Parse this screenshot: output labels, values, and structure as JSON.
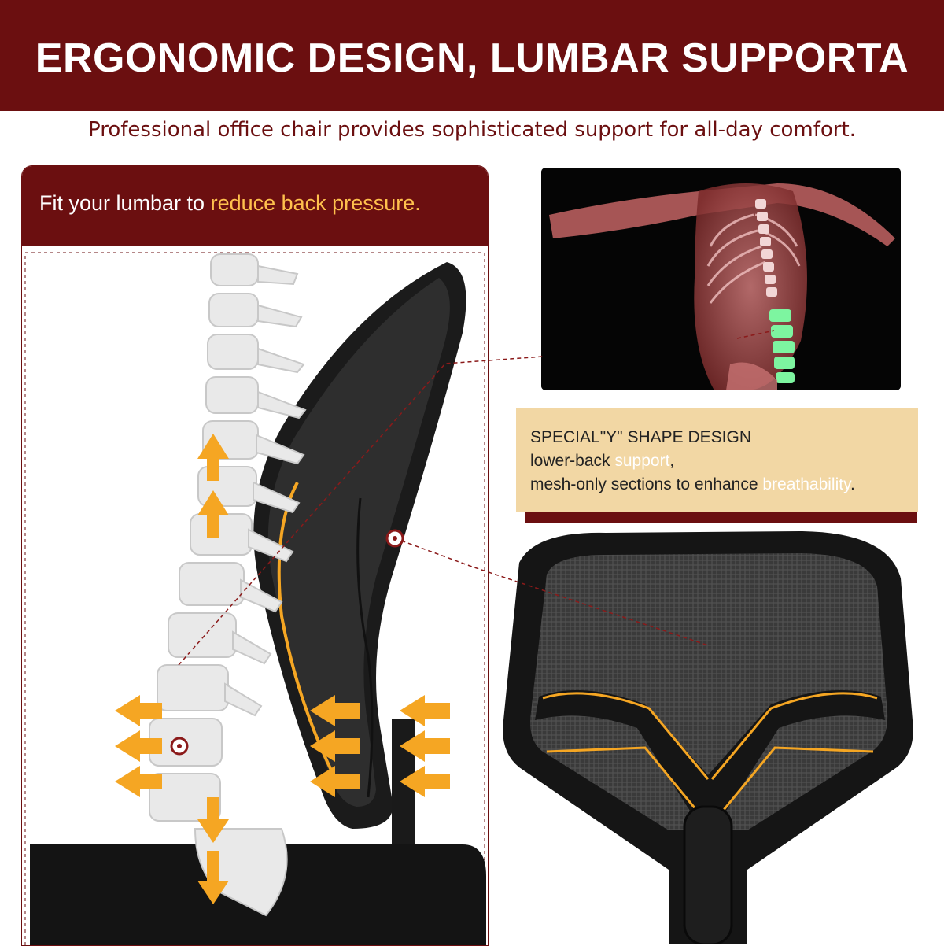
{
  "banner": {
    "title": "ERGONOMIC DESIGN, LUMBAR SUPPORTA"
  },
  "subtitle": "Professional office chair provides sophisticated support for all-day comfort.",
  "left_panel": {
    "caption_prefix": "Fit your lumbar to ",
    "caption_highlight": "reduce back pressure."
  },
  "info_box": {
    "heading": "SPECIAL\"Y\" SHAPE DESIGN",
    "line2_prefix": "lower-back ",
    "line2_highlight": "support",
    "line2_suffix": ",",
    "line3_prefix": "mesh-only sections to enhance ",
    "line3_highlight": "breathability",
    "line3_suffix": "."
  },
  "colors": {
    "brand": "#6b0f10",
    "highlight": "#ffc04d",
    "arrow": "#f5a623",
    "info_bg": "#f2d7a4"
  }
}
